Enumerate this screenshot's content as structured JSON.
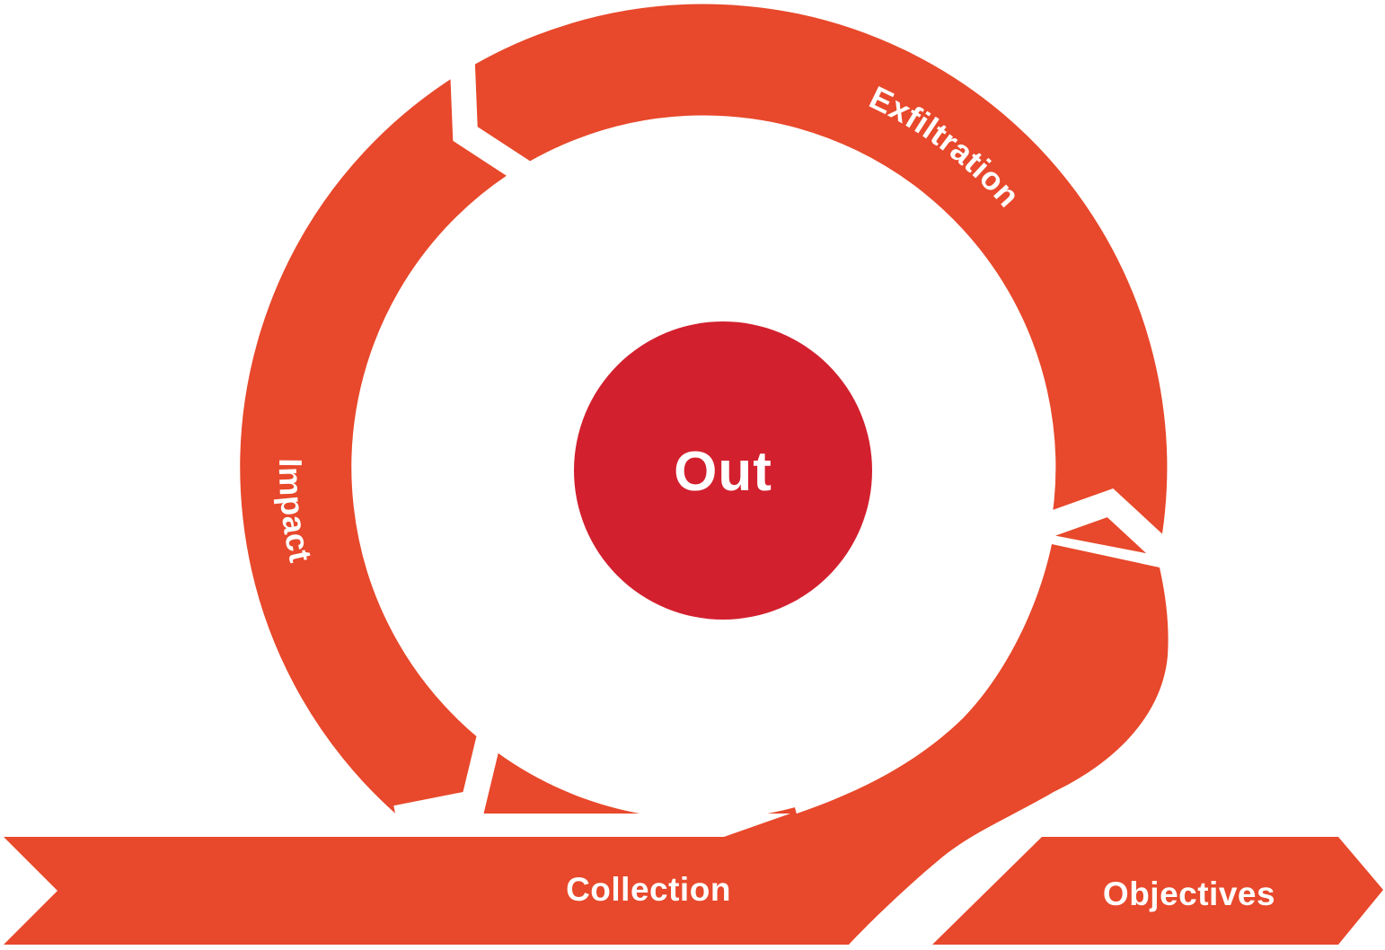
{
  "diagram": {
    "center_label": "Out",
    "loop_labels": [
      {
        "label": "Exfiltration"
      },
      {
        "label": "Impact"
      }
    ],
    "ribbon_labels": [
      {
        "label": "Collection"
      },
      {
        "label": "Objectives"
      }
    ],
    "colors": {
      "loop": "#E8482B",
      "core": "#D3202E",
      "label_text": "#FFFFFF",
      "background": "#FFFFFF"
    }
  }
}
